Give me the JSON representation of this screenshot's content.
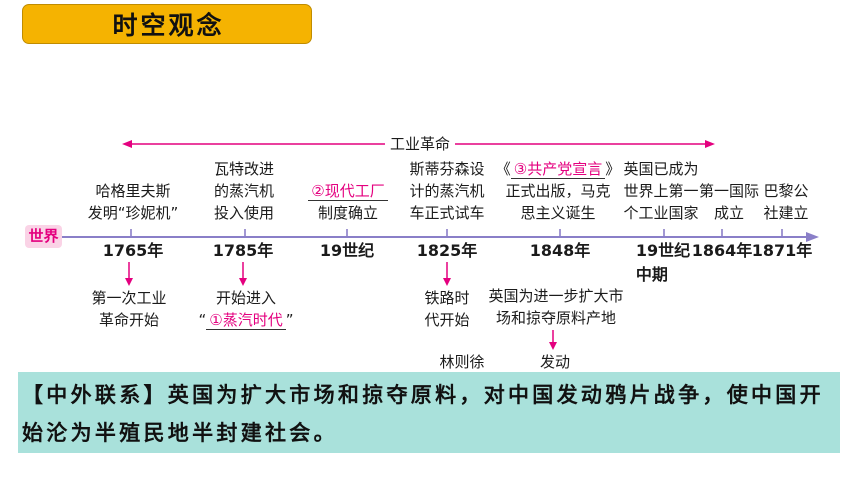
{
  "title": "时空观念",
  "world_label": "世界",
  "span_label": "工业革命",
  "events": [
    {
      "year": "1765年",
      "above": [
        "哈格里夫斯",
        "发明“珍妮机”"
      ],
      "below": [
        "第一次工业",
        "革命开始"
      ]
    },
    {
      "year": "1785年",
      "above": [
        "瓦特改进",
        "的蒸汽机",
        "投入使用"
      ],
      "below": [
        "开始进入"
      ],
      "below_answer": {
        "open": "“",
        "answer": "①蒸汽时代",
        "close": "”"
      }
    },
    {
      "year": "19世纪",
      "above_answer": {
        "answer": "②现代工厂"
      },
      "above": [
        "制度确立"
      ]
    },
    {
      "year": "1825年",
      "above": [
        "斯蒂芬森设",
        "计的蒸汽机",
        "车正式试车"
      ],
      "below": [
        "铁路时",
        "代开始"
      ]
    },
    {
      "year": "1848年",
      "above_answer": {
        "open": "《",
        "answer": "③共产党宣言",
        "close": "》"
      },
      "above": [
        "正式出版，马克",
        "思主义诞生"
      ],
      "below": [
        "英国为进一步扩大市",
        "场和掠夺原料产地"
      ],
      "below_next": "发动"
    },
    {
      "year": "19世纪",
      "year_sub": "中期",
      "above": [
        "英国已成为",
        "世界上第一",
        "个工业国家"
      ]
    },
    {
      "year": "1864年",
      "above": [
        "第一国际",
        "成立"
      ]
    },
    {
      "year": "1871年",
      "above": [
        "巴黎公",
        "社建立"
      ]
    }
  ],
  "partial_label": "林则徐",
  "note": {
    "line1": "【中外联系】英国为扩大市场和掠夺原料，对中国发动鸦片战争，使中国开",
    "line2": "始沦为半殖民地半封建社会。"
  },
  "colors": {
    "title_bg": "#F5B301",
    "accent": "#E4007F",
    "timeline": "#8A7FC8",
    "note_bg": "#A9E1DB",
    "world_bg": "#FAD3E6"
  }
}
